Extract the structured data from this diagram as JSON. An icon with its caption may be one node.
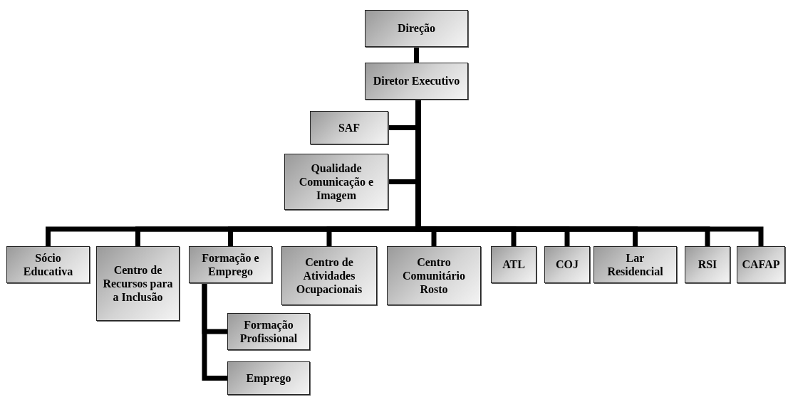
{
  "diagram": {
    "nodes": [
      {
        "text": [
          "Direção"
        ]
      },
      {
        "text": [
          "Diretor Executivo"
        ]
      },
      {
        "text": [
          "SAF"
        ]
      },
      {
        "text": [
          "Qualidade Comunicação e Imagem"
        ]
      },
      {
        "text": [
          "Sócio Educativa"
        ]
      },
      {
        "text": [
          "Centro de Recursos para a Inclusão"
        ]
      },
      {
        "text": [
          "Formação e Emprego"
        ]
      },
      {
        "text": [
          "Centro de Atividades Ocupacionais"
        ]
      },
      {
        "text": [
          "Centro Comunitário Rosto"
        ]
      },
      {
        "text": [
          "ATL"
        ]
      },
      {
        "text": [
          "COJ"
        ]
      },
      {
        "text": [
          "Lar Residencial"
        ]
      },
      {
        "text": [
          "RSI"
        ]
      },
      {
        "text": [
          "CAFAP"
        ]
      },
      {
        "text": [
          "Formação Profissional"
        ]
      },
      {
        "text": [
          "Emprego"
        ]
      }
    ],
    "edges": [
      {
        "from": 0,
        "to": 1,
        "arrow": "none"
      },
      {
        "from": 1,
        "to": 2,
        "arrow": "none"
      },
      {
        "from": 1,
        "to": 3,
        "arrow": "none"
      },
      {
        "from": 1,
        "to": 4,
        "arrow": "none"
      },
      {
        "from": 1,
        "to": 5,
        "arrow": "none"
      },
      {
        "from": 1,
        "to": 6,
        "arrow": "none"
      },
      {
        "from": 1,
        "to": 7,
        "arrow": "none"
      },
      {
        "from": 1,
        "to": 8,
        "arrow": "none"
      },
      {
        "from": 1,
        "to": 9,
        "arrow": "none"
      },
      {
        "from": 1,
        "to": 10,
        "arrow": "none"
      },
      {
        "from": 1,
        "to": 11,
        "arrow": "none"
      },
      {
        "from": 1,
        "to": 12,
        "arrow": "none"
      },
      {
        "from": 1,
        "to": 13,
        "arrow": "none"
      },
      {
        "from": 6,
        "to": 14,
        "arrow": "none"
      },
      {
        "from": 6,
        "to": 15,
        "arrow": "none"
      }
    ]
  }
}
